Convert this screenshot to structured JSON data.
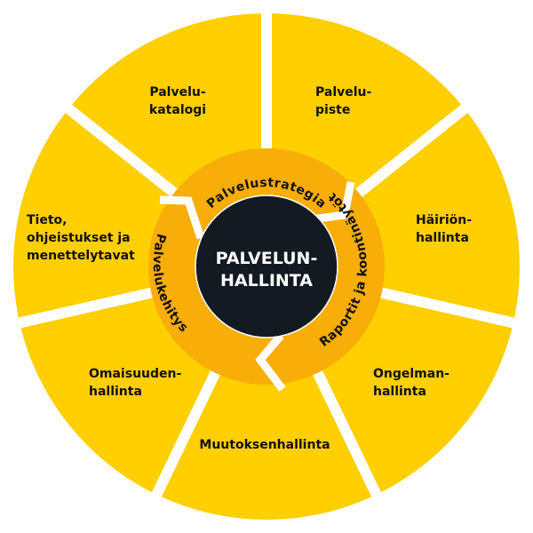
{
  "colors": {
    "outer": "#FFCF00",
    "ring": "#F8AD08",
    "center": "#131A22",
    "gap": "#FFFFFF"
  },
  "center": {
    "line1": "PALVELUN-",
    "line2": "HALLINTA"
  },
  "ring": {
    "top": "Palvelustrategia",
    "right": "Raportit ja koontinäytöt",
    "left": "Palvelukehitys"
  },
  "segments": [
    {
      "lines": [
        "Palvelu-",
        "katalogi"
      ]
    },
    {
      "lines": [
        "Palvelu-",
        "piste"
      ]
    },
    {
      "lines": [
        "Häiriön-",
        "hallinta"
      ]
    },
    {
      "lines": [
        "Ongelman-",
        "hallinta"
      ]
    },
    {
      "lines": [
        "Muutoksenhallinta"
      ]
    },
    {
      "lines": [
        "Omaisuuden-",
        "hallinta"
      ]
    },
    {
      "lines": [
        "Tieto,",
        "ohjeistukset ja",
        "menettelytavat"
      ]
    }
  ]
}
